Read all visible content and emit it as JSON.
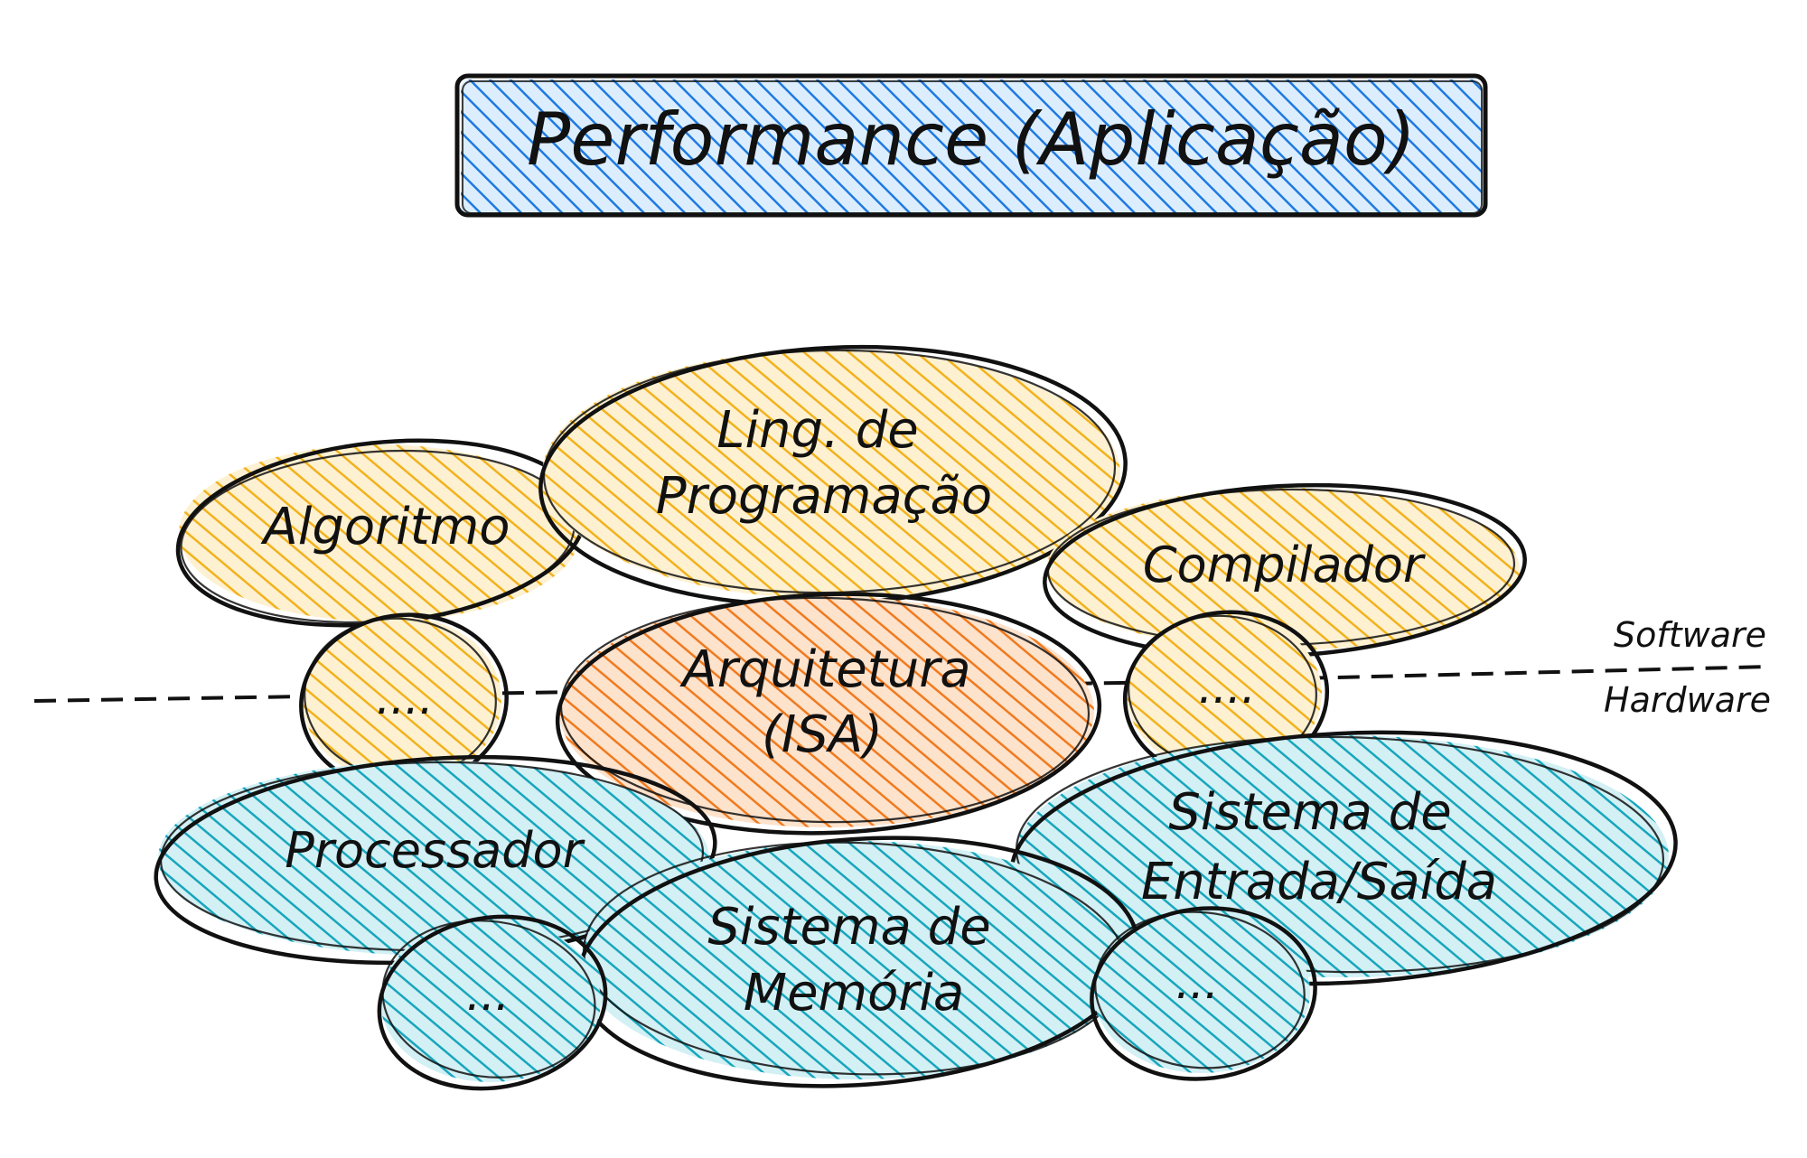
{
  "title": "Performance (Aplicação)",
  "colors": {
    "title_fill": "#1f7ae0",
    "software_fill": "#f2b21c",
    "architecture_fill": "#f07a1e",
    "hardware_fill": "#17a6bd",
    "outline": "#111111",
    "divider": "#111111"
  },
  "divider": {
    "upper_label": "Software",
    "lower_label": "Hardware"
  },
  "bubbles": {
    "algoritmo": {
      "lines": [
        "Algoritmo"
      ]
    },
    "linguagem": {
      "lines": [
        "Ling. de",
        "Programação"
      ]
    },
    "compilador": {
      "lines": [
        "Compilador"
      ]
    },
    "software_more": {
      "lines": [
        "...."
      ]
    },
    "arquitetura": {
      "lines": [
        "Arquitetura",
        "(ISA)"
      ]
    },
    "compilador_more": {
      "lines": [
        "...."
      ]
    },
    "processador": {
      "lines": [
        "Processador"
      ]
    },
    "entrada_saida": {
      "lines": [
        "Sistema de",
        "Entrada/Saída"
      ]
    },
    "memoria": {
      "lines": [
        "Sistema de",
        "Memória"
      ]
    },
    "processador_more": {
      "lines": [
        "..."
      ]
    },
    "entrada_saida_more": {
      "lines": [
        "..."
      ]
    }
  }
}
